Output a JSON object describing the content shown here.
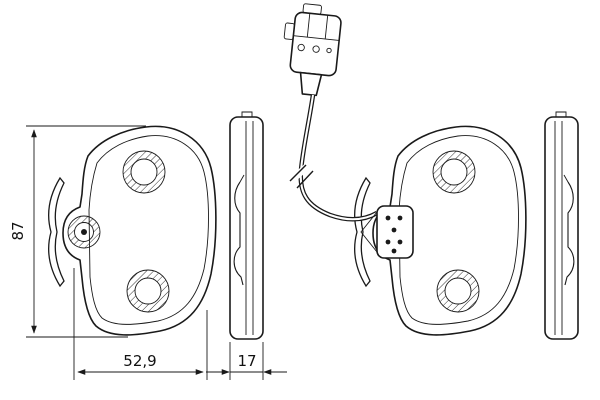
{
  "drawing": {
    "dim_height": "87",
    "dim_width": "52,9",
    "dim_thickness": "17",
    "line_color": "#1a1a1a",
    "background_color": "#ffffff"
  }
}
